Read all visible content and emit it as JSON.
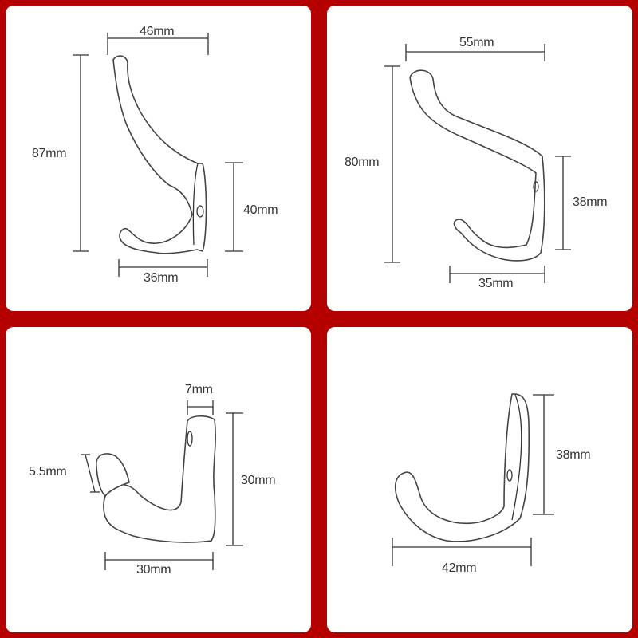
{
  "colors": {
    "background": "#b50000",
    "panel": "#ffffff",
    "line": "#333333"
  },
  "panels": [
    {
      "name": "double-hook-large",
      "dimensions": {
        "top_width": "46mm",
        "height": "87mm",
        "lower_height": "40mm",
        "bottom_width": "36mm"
      }
    },
    {
      "name": "double-hook-angled",
      "dimensions": {
        "top_width": "55mm",
        "height": "80mm",
        "lower_height": "38mm",
        "bottom_width": "35mm"
      }
    },
    {
      "name": "double-hook-side-view",
      "dimensions": {
        "thickness": "7mm",
        "tip_width": "5.5mm",
        "height": "30mm",
        "width": "30mm"
      }
    },
    {
      "name": "single-hook",
      "dimensions": {
        "height": "38mm",
        "width": "42mm"
      }
    }
  ]
}
